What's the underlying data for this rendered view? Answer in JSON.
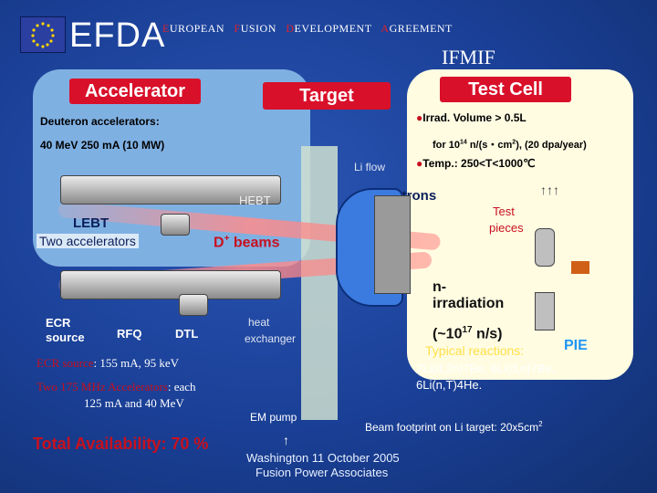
{
  "header": {
    "efda": "EFDA",
    "efa_parts": [
      {
        "initial": "E",
        "rest": "UROPEAN"
      },
      {
        "initial": "F",
        "rest": "USION"
      },
      {
        "initial": "D",
        "rest": "EVELOPMENT"
      },
      {
        "initial": "A",
        "rest": "GREEMENT"
      }
    ],
    "ifmif": "IFMIF"
  },
  "titles": {
    "accelerator": "Accelerator",
    "target": "Target",
    "test_cell": "Test Cell"
  },
  "accelerator": {
    "deuteron": "Deuteron accelerators:",
    "spec": "40 MeV 250 mA (10 MW)",
    "lebt": "LEBT",
    "two_acc": "Two accelerators",
    "hebt": "HEBT",
    "beams_main": "D",
    "beams_sup": "+",
    "beams_rest": " beams",
    "ecr_label": "ECR",
    "source_label": "source",
    "rfq_label": "RFQ",
    "dtl_label": "DTL",
    "ecr_source_text_a": "ECR source",
    "ecr_source_text_b": ": 155 mA, 95 keV",
    "two175_a": "Two 175 MHz Accelerators",
    "two175_b": ": each",
    "two175_c": "125 mA and 40 MeV",
    "availability": "Total Availability: 70 %"
  },
  "target": {
    "li_flow": "Li flow",
    "neutrons": "neutrons",
    "heat_exchanger_a": "heat",
    "heat_exchanger_b": "exchanger",
    "em_pump": "EM pump"
  },
  "test_cell": {
    "bullet": "●",
    "irrad_volume": "Irrad. Volume > 0.5L",
    "flux_a": "for 10",
    "flux_sup": "14",
    "flux_b": " n/(s・cm",
    "flux_sup2": "2",
    "flux_c": "),  (20 dpa/year)",
    "temp": "Temp.: 250<T<1000℃",
    "test_a": "Test",
    "test_b": "pieces",
    "n_irr_a": "n-",
    "n_irr_b": "irradiation",
    "flux2_a": "(~10",
    "flux2_sup": "17",
    "flux2_b": " n/s)",
    "typical": "Typical reactions:",
    "pie": "PIE",
    "react1": "7Li(d,2n)7Be, 6Li(d,n)7Be,",
    "react2": "6Li(n,T)4He.",
    "footprint": "Beam footprint on Li target: 20x5cm",
    "footprint_sup": "2"
  },
  "footer": {
    "line1": "Washington 11 October 2005",
    "line2": "Fusion Power Associates"
  },
  "colors": {
    "background": "#1a3f96",
    "title_red": "#d9102a",
    "accel_panel": "#7fb0e2",
    "test_panel": "#fffce2",
    "navy_text": "#0b1e5a",
    "pie_blue": "#2196f3"
  }
}
